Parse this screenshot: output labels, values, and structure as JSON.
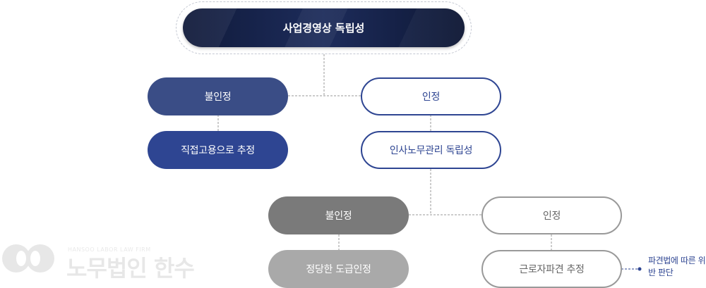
{
  "nodes": {
    "top": "사업경영상 독립성",
    "level1_left": "불인정",
    "level1_right": "인정",
    "direct_employment": "직접고용으로 추정",
    "hr_independence": "인사노무관리 독립성",
    "level2_left": "불인정",
    "level2_right": "인정",
    "legit_contract": "정당한 도급인정",
    "dispatch_presumed": "근로자파견 추정"
  },
  "note": "파견법에 따른 위반 판단",
  "watermark": {
    "small_text": "HANSOO LABOR LAW FIRM",
    "big_text": "노무법인 한수"
  },
  "colors": {
    "navy": "#3a4d86",
    "blue": "#2e4592",
    "gray": "#7a7a7a",
    "light_gray": "#a9a9a9"
  }
}
